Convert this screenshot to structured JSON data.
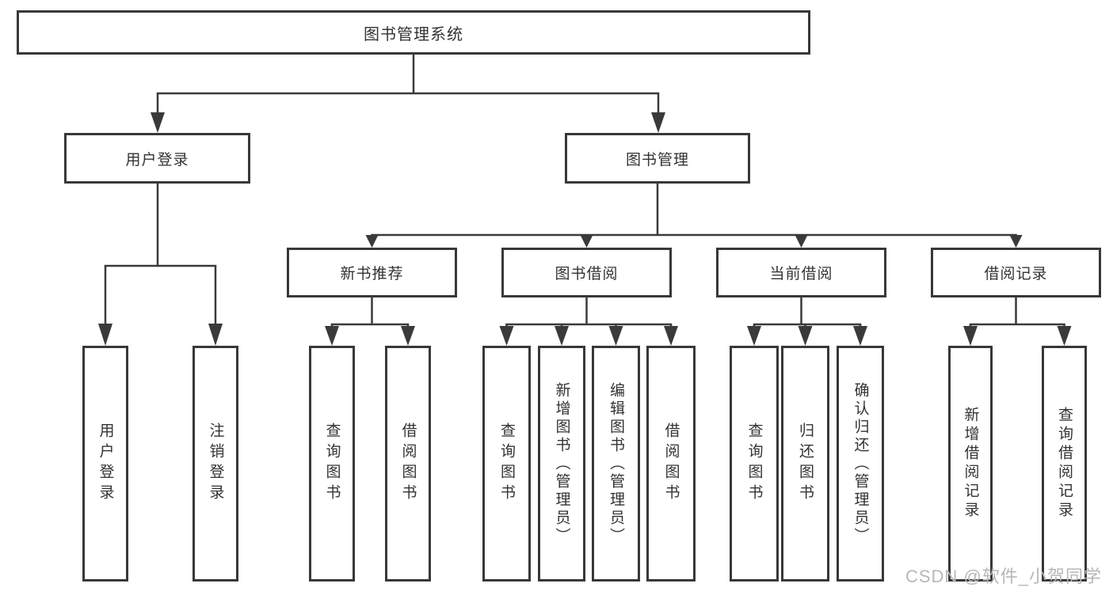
{
  "tree": {
    "root": {
      "label": "图书管理系统"
    },
    "level2": [
      {
        "id": "user-login",
        "label": "用户登录"
      },
      {
        "id": "book-management",
        "label": "图书管理"
      }
    ],
    "level3": [
      {
        "id": "new-book-recommendation",
        "parent": "图书管理",
        "label": "新书推荐"
      },
      {
        "id": "book-borrowing",
        "parent": "图书管理",
        "label": "图书借阅"
      },
      {
        "id": "current-borrowing",
        "parent": "图书管理",
        "label": "当前借阅"
      },
      {
        "id": "borrowing-records",
        "parent": "图书管理",
        "label": "借阅记录"
      }
    ],
    "leaves": [
      {
        "parent": "用户登录",
        "label": "用户登录"
      },
      {
        "parent": "用户登录",
        "label": "注销登录"
      },
      {
        "parent": "新书推荐",
        "label": "查询图书"
      },
      {
        "parent": "新书推荐",
        "label": "借阅图书"
      },
      {
        "parent": "图书借阅",
        "label": "查询图书"
      },
      {
        "parent": "图书借阅",
        "label": "新增图书（管理员）"
      },
      {
        "parent": "图书借阅",
        "label": "编辑图书（管理员）"
      },
      {
        "parent": "图书借阅",
        "label": "借阅图书"
      },
      {
        "parent": "当前借阅",
        "label": "查询图书"
      },
      {
        "parent": "当前借阅",
        "label": "归还图书"
      },
      {
        "parent": "当前借阅",
        "label": "确认归还（管理员）"
      },
      {
        "parent": "借阅记录",
        "label": "新增借阅记录"
      },
      {
        "parent": "借阅记录",
        "label": "查询借阅记录"
      }
    ]
  },
  "watermark": {
    "text": "CSDN @软件_小贺同学"
  },
  "colors": {
    "background": "#ffffff",
    "box_border": "#383838",
    "line": "#3a3a3a",
    "text": "#333333",
    "watermark": "#b7b7b7"
  }
}
